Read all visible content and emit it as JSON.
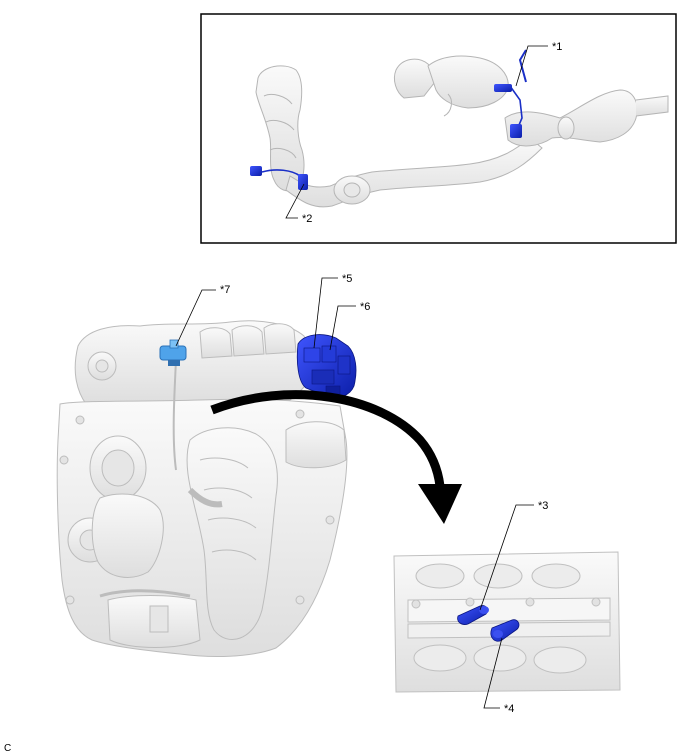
{
  "callouts": {
    "c1": "*1",
    "c2": "*2",
    "c3": "*3",
    "c4": "*4",
    "c5": "*5",
    "c6": "*6",
    "c7": "*7"
  },
  "figure_code": "C",
  "colors": {
    "part_fill": "#f1f1f1",
    "part_stroke": "#bdbdbd",
    "highlight_blue": "#1a2fc7",
    "highlight_light_blue": "#4fa3ea",
    "arrow": "#000000"
  }
}
